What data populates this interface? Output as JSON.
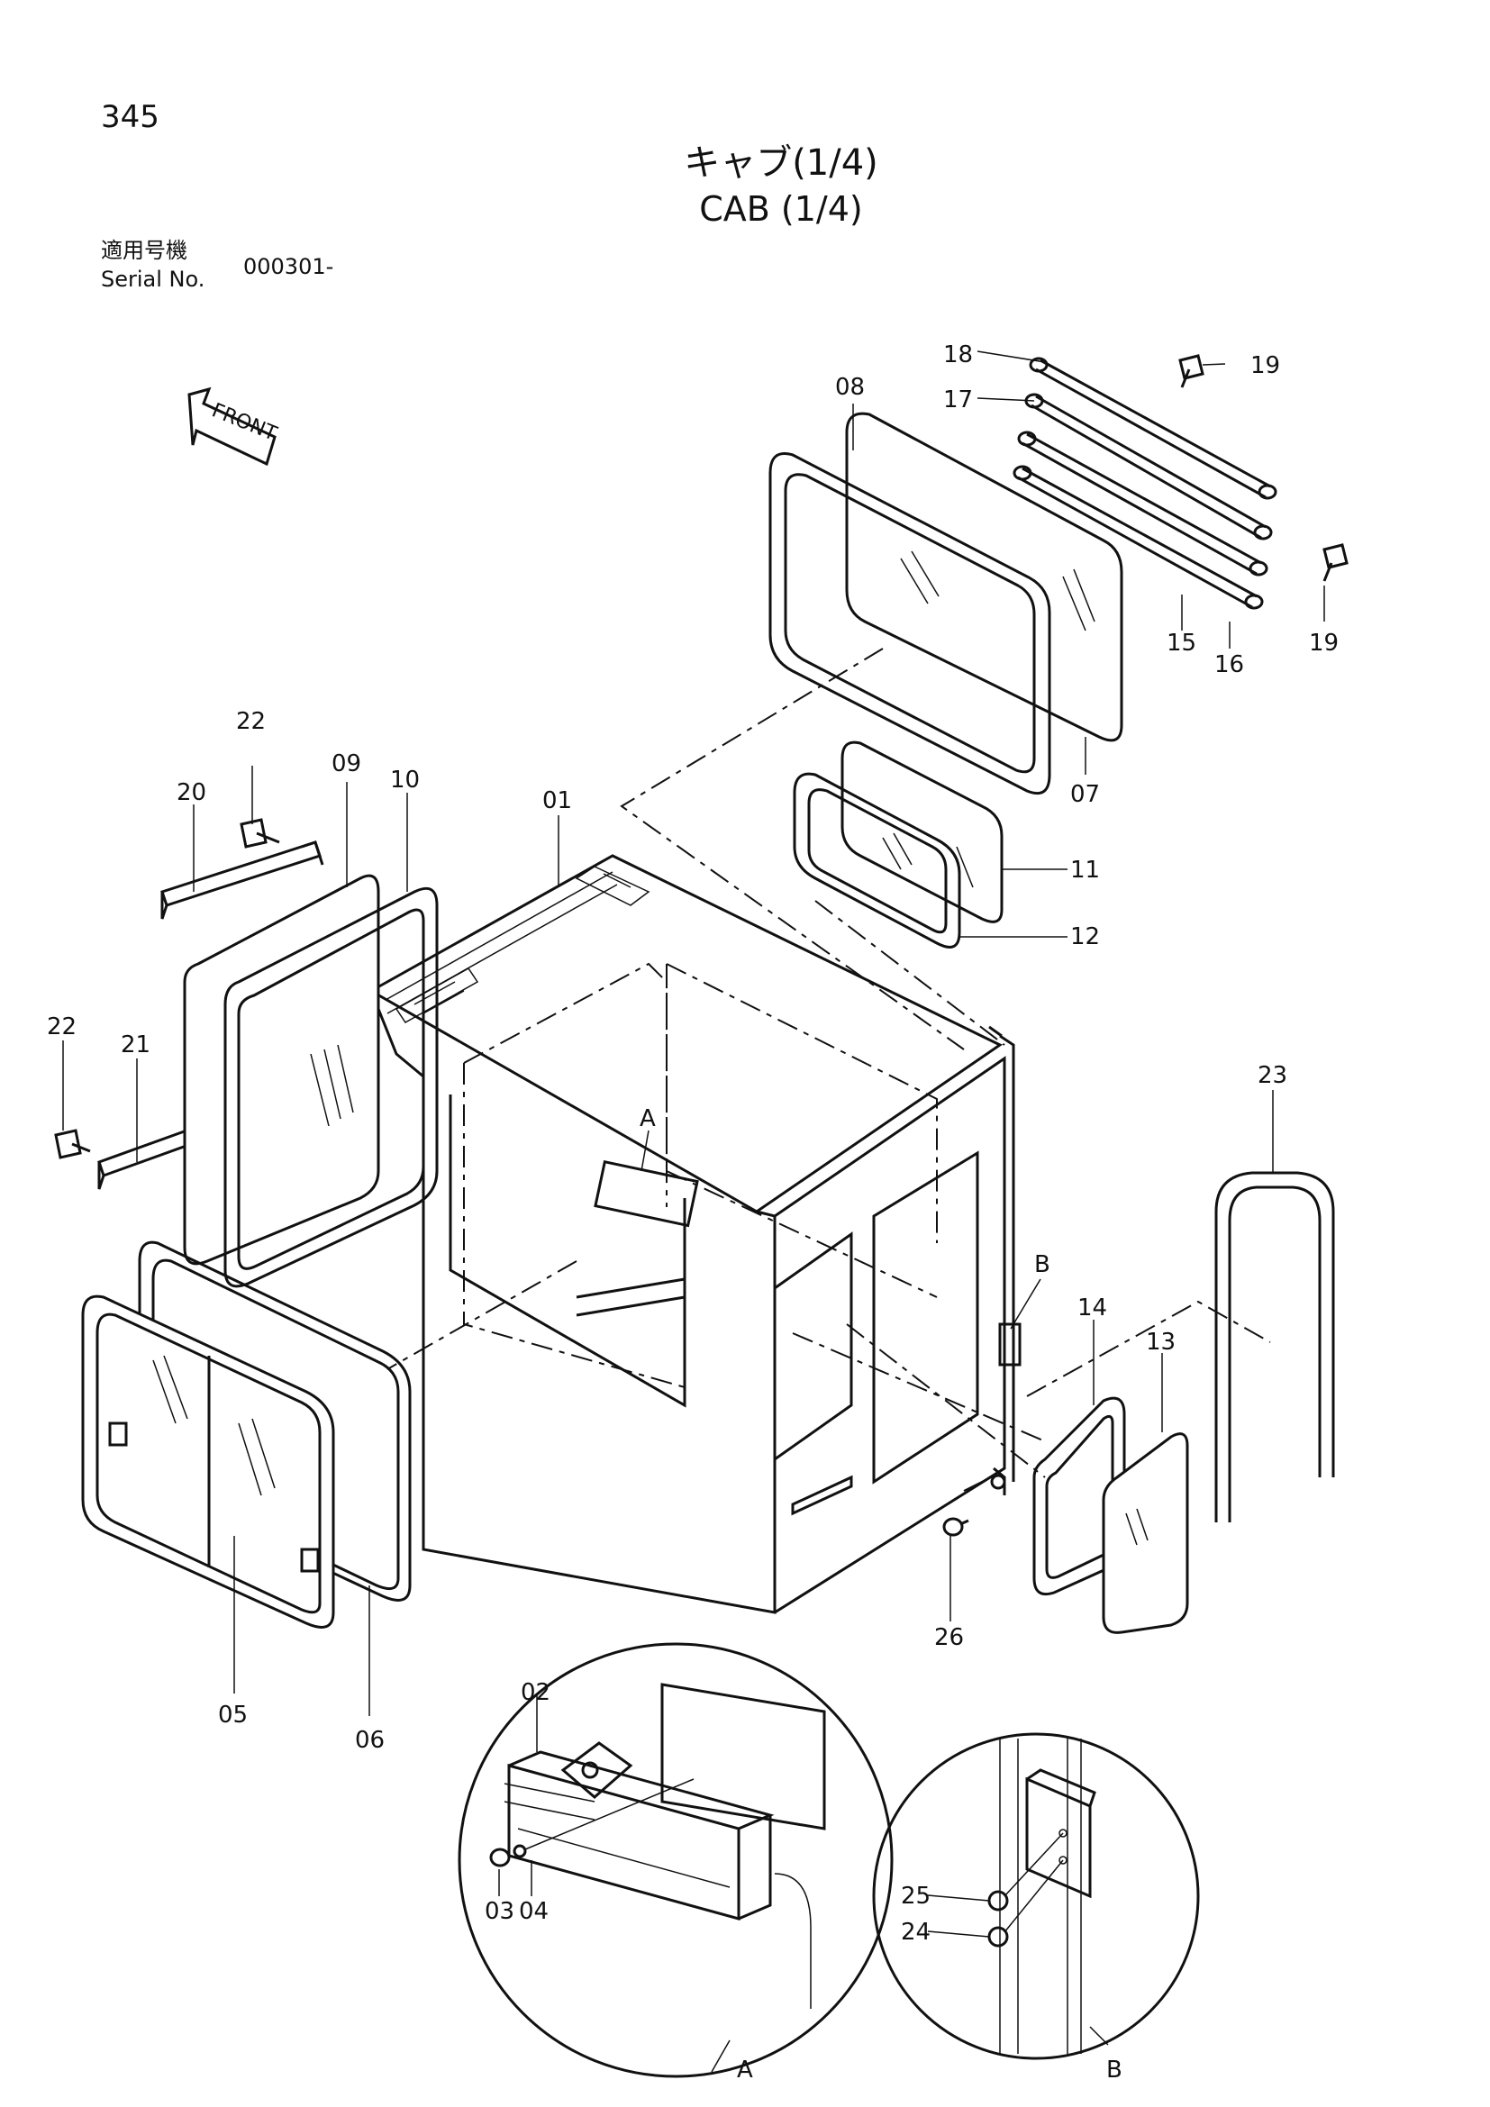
{
  "page_number": "345",
  "title_ja": "キャブ(1/4)",
  "title_en": "CAB (1/4)",
  "serial_label_ja": "適用号機",
  "serial_label_en": "Serial No.",
  "serial_value": "000301-",
  "front_label": "FRONT",
  "callouts": [
    {
      "label": "01"
    },
    {
      "label": "02"
    },
    {
      "label": "03"
    },
    {
      "label": "04"
    },
    {
      "label": "05"
    },
    {
      "label": "06"
    },
    {
      "label": "07"
    },
    {
      "label": "08"
    },
    {
      "label": "09"
    },
    {
      "label": "10"
    },
    {
      "label": "11"
    },
    {
      "label": "12"
    },
    {
      "label": "13"
    },
    {
      "label": "14"
    },
    {
      "label": "15"
    },
    {
      "label": "16"
    },
    {
      "label": "17"
    },
    {
      "label": "18"
    },
    {
      "label": "19"
    },
    {
      "label": "19"
    },
    {
      "label": "20"
    },
    {
      "label": "21"
    },
    {
      "label": "22"
    },
    {
      "label": "22"
    },
    {
      "label": "23"
    },
    {
      "label": "24"
    },
    {
      "label": "25"
    },
    {
      "label": "26"
    },
    {
      "label": "A"
    },
    {
      "label": "B"
    }
  ],
  "detail_views": [
    {
      "label": "A"
    },
    {
      "label": "B"
    }
  ]
}
